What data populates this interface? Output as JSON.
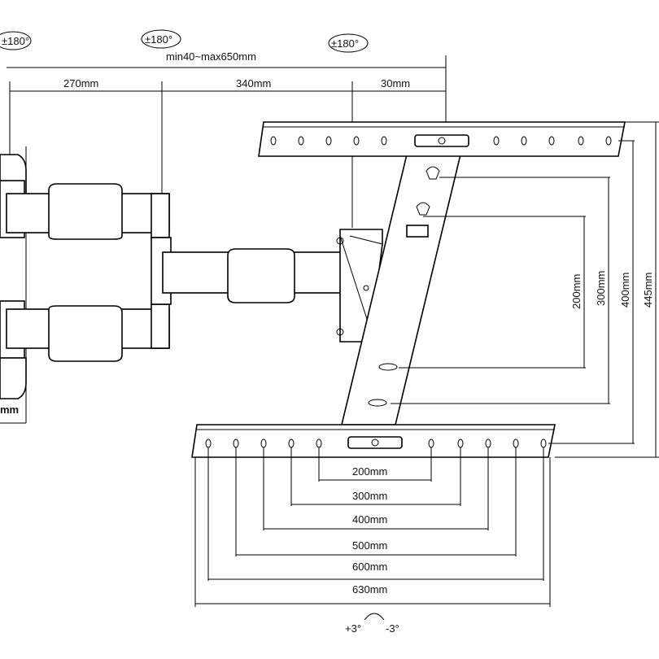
{
  "rotation": {
    "left": "±180°",
    "middle": "±180°",
    "right": "±180°"
  },
  "extension": "min40~max650mm",
  "arm_segments": {
    "first": "270mm",
    "second": "340mm",
    "third": "30mm"
  },
  "wall_plate_label": "mm",
  "vertical_dims": [
    "200mm",
    "300mm",
    "400mm",
    "445mm"
  ],
  "horizontal_dims": [
    "200mm",
    "300mm",
    "400mm",
    "500mm",
    "600mm",
    "630mm"
  ],
  "tilt": {
    "up": "+3°",
    "down": "-3°"
  },
  "colors": {
    "line": "#000000",
    "background": "#ffffff"
  }
}
